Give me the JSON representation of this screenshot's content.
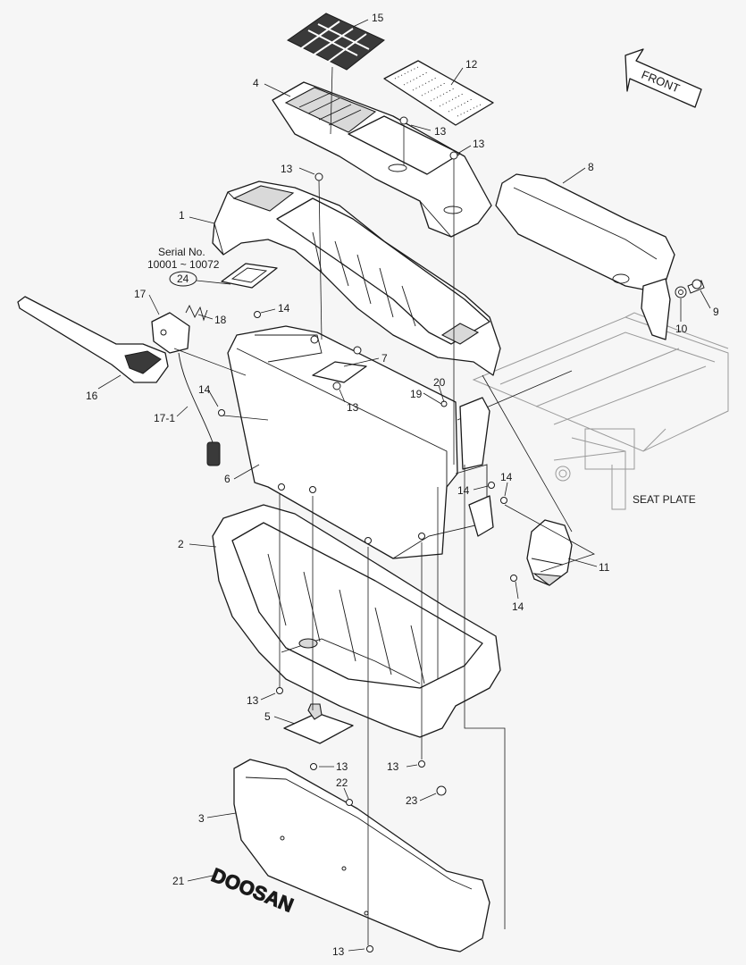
{
  "labels": {
    "front": "FRONT",
    "serial_title": "Serial No.",
    "serial_range": "10001 ~ 10072",
    "seat_plate": "SEAT PLATE",
    "brand": "DOOSAN"
  },
  "callouts": [
    {
      "id": "c15",
      "text": "15"
    },
    {
      "id": "c12",
      "text": "12"
    },
    {
      "id": "c4",
      "text": "4"
    },
    {
      "id": "c13a",
      "text": "13"
    },
    {
      "id": "c13b",
      "text": "13"
    },
    {
      "id": "c13c",
      "text": "13"
    },
    {
      "id": "c8",
      "text": "8"
    },
    {
      "id": "c1",
      "text": "1"
    },
    {
      "id": "c24",
      "text": "24"
    },
    {
      "id": "c9",
      "text": "9"
    },
    {
      "id": "c10",
      "text": "10"
    },
    {
      "id": "c17",
      "text": "17"
    },
    {
      "id": "c18",
      "text": "18"
    },
    {
      "id": "c14a",
      "text": "14"
    },
    {
      "id": "c7",
      "text": "7"
    },
    {
      "id": "c16",
      "text": "16"
    },
    {
      "id": "c14b",
      "text": "14"
    },
    {
      "id": "c13d",
      "text": "13"
    },
    {
      "id": "c20",
      "text": "20"
    },
    {
      "id": "c19",
      "text": "19"
    },
    {
      "id": "c171",
      "text": "17-1"
    },
    {
      "id": "c6",
      "text": "6"
    },
    {
      "id": "c14c",
      "text": "14"
    },
    {
      "id": "c14d",
      "text": "14"
    },
    {
      "id": "c2",
      "text": "2"
    },
    {
      "id": "c11",
      "text": "11"
    },
    {
      "id": "c14e",
      "text": "14"
    },
    {
      "id": "c13e",
      "text": "13"
    },
    {
      "id": "c5",
      "text": "5"
    },
    {
      "id": "c13f",
      "text": "13"
    },
    {
      "id": "c13g",
      "text": "13"
    },
    {
      "id": "c22",
      "text": "22"
    },
    {
      "id": "c23",
      "text": "23"
    },
    {
      "id": "c3",
      "text": "3"
    },
    {
      "id": "c21",
      "text": "21"
    },
    {
      "id": "c13h",
      "text": "13"
    }
  ]
}
